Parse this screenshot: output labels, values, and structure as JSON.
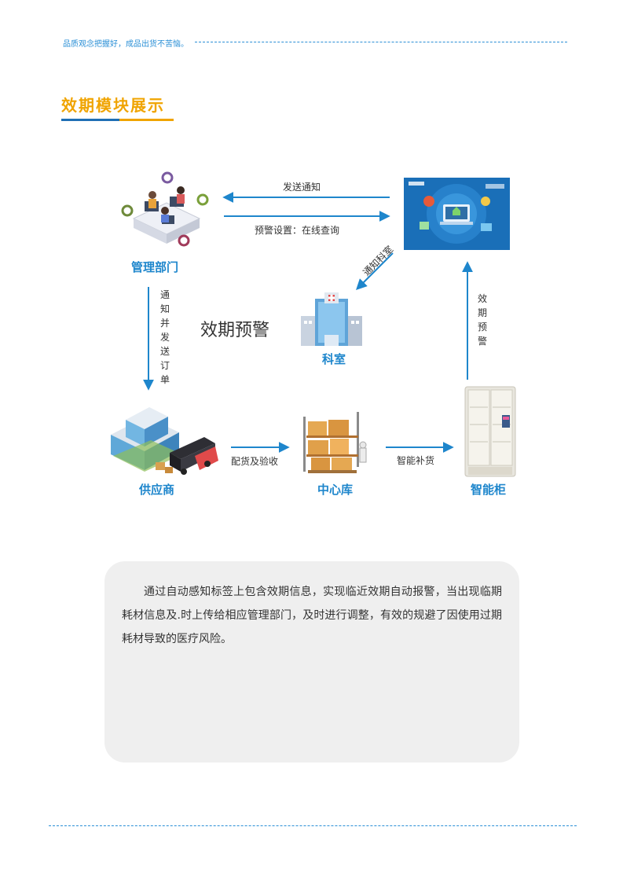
{
  "header": {
    "tagline": "品质观念把握好，成品出货不苦恼。"
  },
  "section": {
    "title": "效期模块展示"
  },
  "diagram": {
    "nodes": {
      "management": "管理部门",
      "department": "科室",
      "supplier": "供应商",
      "warehouse": "中心库",
      "cabinet": "智能柜"
    },
    "edges": {
      "send_notice": "发送通知",
      "warning_setup": "预警设置：在线查询",
      "notify_department": "通知科室",
      "notify_and_order": "通知并发送订单",
      "distribution": "配货及验收",
      "smart_restock": "智能补货",
      "expiry_warning_vertical": "效期预警"
    },
    "center_label": "效期预警",
    "colors": {
      "arrow": "#1e86cc",
      "label": "#1e86cc"
    }
  },
  "description": {
    "text": "通过自动感知标签上包含效期信息，实现临近效期自动报警，当出现临期耗材信息及.时上传给相应管理部门，及时进行调整，有效的规避了因使用过期耗材导致的医疗风险。"
  }
}
